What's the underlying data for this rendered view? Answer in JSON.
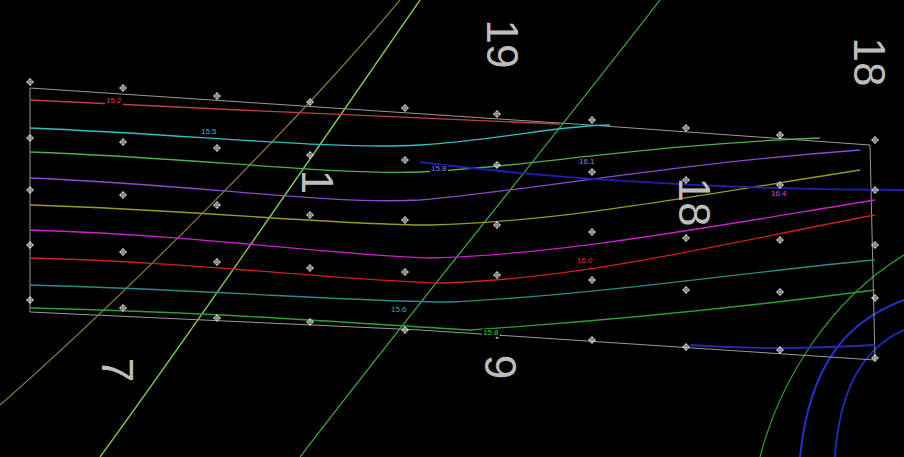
{
  "diagram": {
    "labels": [
      "15.2",
      "15.5",
      "15.8",
      "16.1",
      "16.4",
      "16.0",
      "15.6",
      "15.8",
      "19",
      "18",
      "1",
      "7",
      "9",
      "18"
    ]
  }
}
